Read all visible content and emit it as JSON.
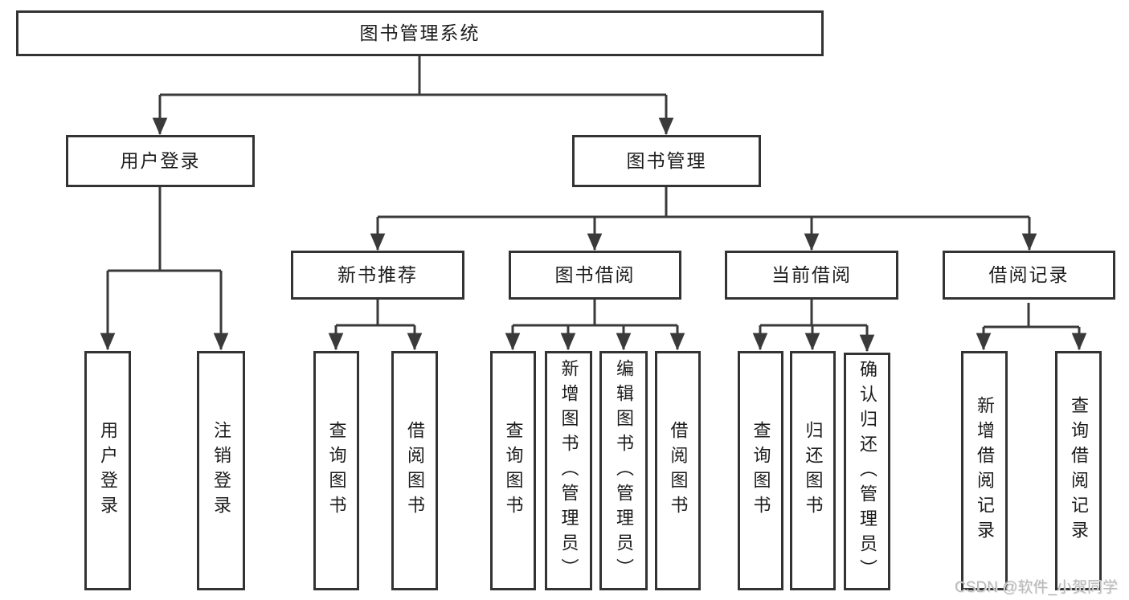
{
  "diagram_title": "图书管理系统",
  "tree": {
    "root": {
      "label": "图书管理系统",
      "children": [
        {
          "label": "用户登录",
          "children": [
            {
              "label": "用户登录"
            },
            {
              "label": "注销登录"
            }
          ]
        },
        {
          "label": "图书管理",
          "children": [
            {
              "label": "新书推荐",
              "children": [
                {
                  "label": "查询图书"
                },
                {
                  "label": "借阅图书"
                }
              ]
            },
            {
              "label": "图书借阅",
              "children": [
                {
                  "label": "查询图书"
                },
                {
                  "label": "新增图书（管理员）"
                },
                {
                  "label": "编辑图书（管理员）"
                },
                {
                  "label": "借阅图书"
                }
              ]
            },
            {
              "label": "当前借阅",
              "children": [
                {
                  "label": "查询图书"
                },
                {
                  "label": "归还图书"
                },
                {
                  "label": "确认归还（管理员）"
                }
              ]
            },
            {
              "label": "借阅记录",
              "children": [
                {
                  "label": "新增借阅记录"
                },
                {
                  "label": "查询借阅记录"
                }
              ]
            }
          ]
        }
      ]
    }
  },
  "watermark": {
    "text": "CSDN @软件_小贺同学"
  },
  "colors": {
    "line": "#3a3a3a",
    "box_border": "#333333",
    "text": "#1c1c1c",
    "watermark": "#b9b9b9",
    "background": "#ffffff"
  }
}
